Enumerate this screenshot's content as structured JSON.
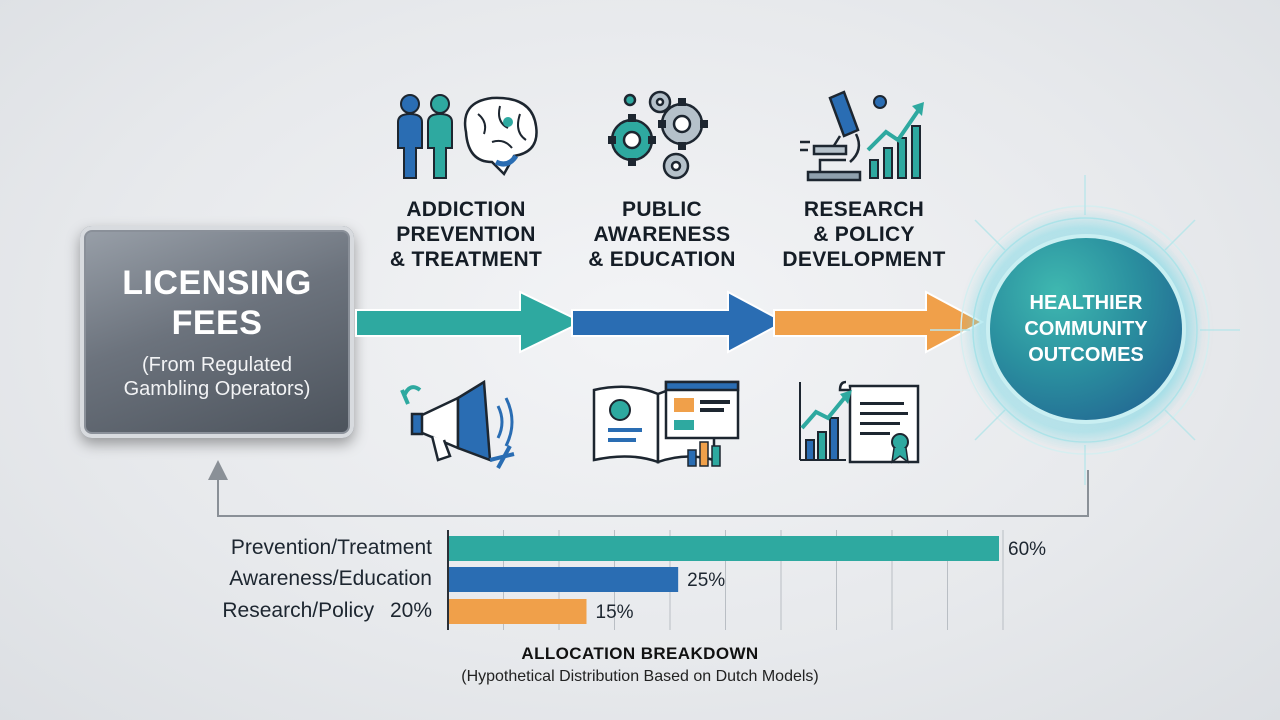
{
  "source": {
    "title": "LICENSING\nFEES",
    "subtitle": "(From Regulated\nGambling Operators)"
  },
  "stages": [
    {
      "title": "ADDICTION\nPREVENTION\n& TREATMENT",
      "color": "#2ea9a0"
    },
    {
      "title": "PUBLIC\nAWARENESS\n& EDUCATION",
      "color": "#2a6db3"
    },
    {
      "title": "RESEARCH\n& POLICY\nDEVELOPMENT",
      "color": "#f0a04a"
    }
  ],
  "outcome": {
    "title": "HEALTHIER\nCOMMUNITY\nOUTCOMES"
  },
  "chart_data": {
    "type": "bar",
    "orientation": "horizontal",
    "categories": [
      "Prevention/Treatment",
      "Awareness/Education",
      "Research/Policy"
    ],
    "values": [
      60,
      25,
      15
    ],
    "value_labels": [
      "60%",
      "25%",
      "15%"
    ],
    "category_extra": [
      "",
      "",
      "20%"
    ],
    "colors": [
      "#2ea9a0",
      "#2a6db3",
      "#f0a04a"
    ],
    "xlim": [
      0,
      60
    ],
    "grid": true,
    "title": "ALLOCATION BREAKDOWN",
    "subtitle": "(Hypothetical Distribution Based on Dutch Models)"
  }
}
